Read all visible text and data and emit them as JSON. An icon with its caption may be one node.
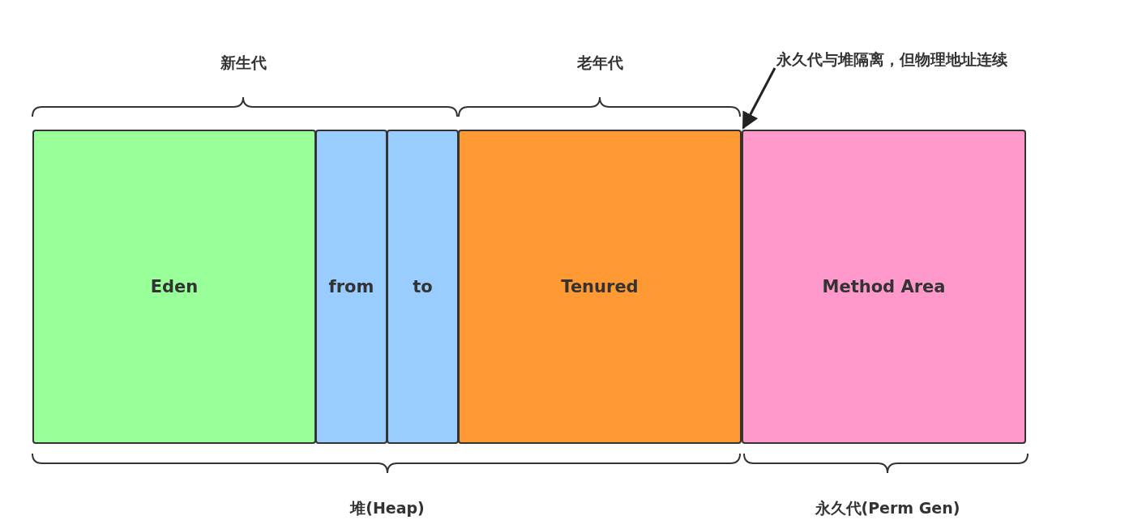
{
  "diagram": {
    "nodes": [
      {
        "text": [
          "Eden"
        ]
      },
      {
        "text": [
          "from"
        ]
      },
      {
        "text": [
          "to"
        ]
      },
      {
        "text": [
          "Tenured"
        ]
      },
      {
        "text": [
          "Method Area"
        ]
      },
      {
        "text": [
          "永久代与堆隔离，但物理地址连续"
        ]
      }
    ],
    "edges": [
      {
        "from": 5,
        "to": 3,
        "arrow": "to"
      }
    ],
    "labels": [
      "新生代",
      "老年代",
      "堆(Heap)",
      "永久代(Perm Gen)"
    ]
  }
}
